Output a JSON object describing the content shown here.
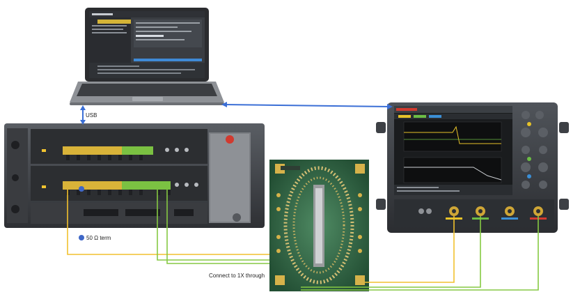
{
  "labels": {
    "usb": "USB",
    "term": "50 Ω term",
    "through": "Connect to 1X through"
  },
  "colors": {
    "usb_link": "#3b6fd6",
    "yellow_cable": "#f2c12e",
    "green_cable": "#86c943",
    "term_dot": "#3f67c7",
    "chassis": "#4a4d52",
    "scope_screen": "#1a1c1e",
    "board": "#2e6b45"
  },
  "icons": {
    "laptop": "laptop-icon",
    "chassis": "test-chassis-icon",
    "fixture": "fixture-board-icon",
    "scope": "oscilloscope-icon"
  }
}
